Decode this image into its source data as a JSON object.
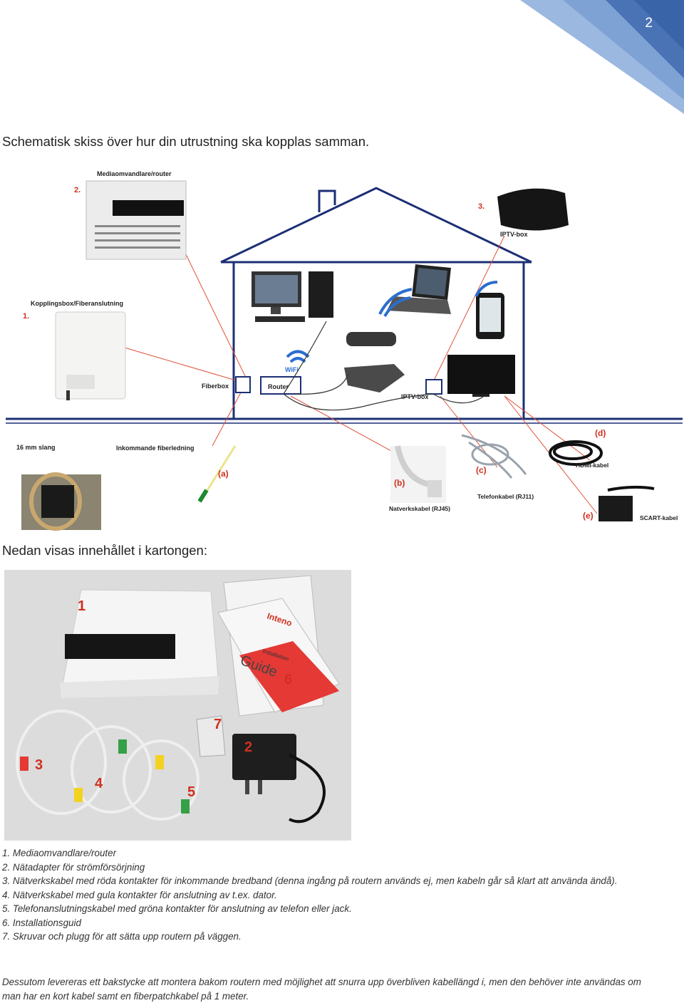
{
  "page": {
    "number": "2"
  },
  "colors": {
    "corner_dark": "#4a73b5",
    "corner_light": "#9bb8e0",
    "house": "#1c2f75",
    "cable_red": "#e0503a"
  },
  "headings": {
    "schematic": "Schematisk skiss över hur din utrustning ska kopplas samman.",
    "contents": "Nedan visas innehållet i kartongen:"
  },
  "diagram": {
    "labels": {
      "router_top": "Mediaomvandlare/router",
      "router_num": "2.",
      "fiberbox_top": "Kopplingsbox/Fiberanslutning",
      "fiberbox_num": "1.",
      "iptv_num": "3.",
      "iptv_top": "IPTV-box",
      "fiberbox": "Fiberbox",
      "router": "Router",
      "iptv_bottom": "IPTV-box",
      "wifi": "WiFi",
      "hose": "16 mm slang",
      "incoming_fiber": "Inkommande fiberledning",
      "a": "(a)",
      "b": "(b)",
      "c": "(c)",
      "d": "(d)",
      "e": "(e)",
      "hdmi": "HDMI-kabel",
      "network_cable": "Natverkskabel (RJ45)",
      "phone_cable": "Telefonkabel (RJ11)",
      "scart": "SCART-kabel"
    }
  },
  "box_photo": {
    "labels": [
      "1",
      "2",
      "3",
      "4",
      "5",
      "6",
      "7"
    ],
    "guide_brand": "Inteno",
    "guide_subtitle": "Installation",
    "guide_title": "Guide"
  },
  "items": [
    "1. Mediaomvandlare/router",
    "2. Nätadapter för strömförsörjning",
    "3. Nätverkskabel med röda kontakter för inkommande bredband (denna ingång på routern används ej, men kabeln går så klart att använda ändå).",
    "4. Nätverkskabel med gula kontakter för anslutning av t.ex. dator.",
    "5. Telefonanslutningskabel med gröna kontakter för anslutning av telefon eller jack.",
    "6. Installationsguid",
    "7. Skruvar och plugg för att sätta upp routern på väggen."
  ],
  "footnote": "Dessutom levereras ett bakstycke att montera bakom routern med möjlighet att snurra upp överbliven kabellängd i, men den behöver inte användas om man har en kort kabel samt en fiberpatchkabel på 1 meter."
}
